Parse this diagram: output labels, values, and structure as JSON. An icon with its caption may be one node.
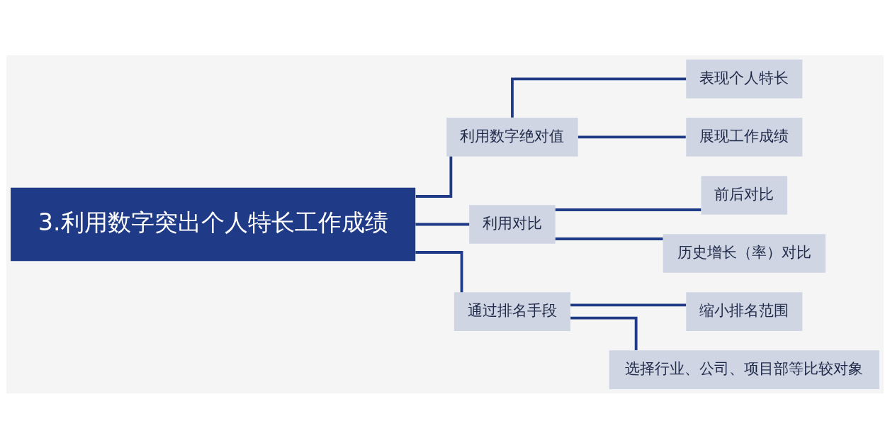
{
  "diagram": {
    "nodes": [
      {
        "text": [
          "3.利用数字突出个人特长工作成绩"
        ]
      },
      {
        "text": [
          "利用数字绝对值"
        ]
      },
      {
        "text": [
          "表现个人特长"
        ]
      },
      {
        "text": [
          "展现工作成绩"
        ]
      },
      {
        "text": [
          "利用对比"
        ]
      },
      {
        "text": [
          "前后对比"
        ]
      },
      {
        "text": [
          "历史增长（率）对比"
        ]
      },
      {
        "text": [
          "通过排名手段"
        ]
      },
      {
        "text": [
          "缩小排名范围"
        ]
      },
      {
        "text": [
          "选择行业、公司、项目部等比较对象"
        ]
      }
    ],
    "edges": [
      {
        "from": 0,
        "to": 1,
        "arrow": "none"
      },
      {
        "from": 1,
        "to": 2,
        "arrow": "none"
      },
      {
        "from": 1,
        "to": 3,
        "arrow": "none"
      },
      {
        "from": 0,
        "to": 4,
        "arrow": "none"
      },
      {
        "from": 4,
        "to": 5,
        "arrow": "none"
      },
      {
        "from": 4,
        "to": 6,
        "arrow": "none"
      },
      {
        "from": 0,
        "to": 7,
        "arrow": "none"
      },
      {
        "from": 7,
        "to": 8,
        "arrow": "none"
      },
      {
        "from": 7,
        "to": 9,
        "arrow": "none"
      }
    ]
  }
}
